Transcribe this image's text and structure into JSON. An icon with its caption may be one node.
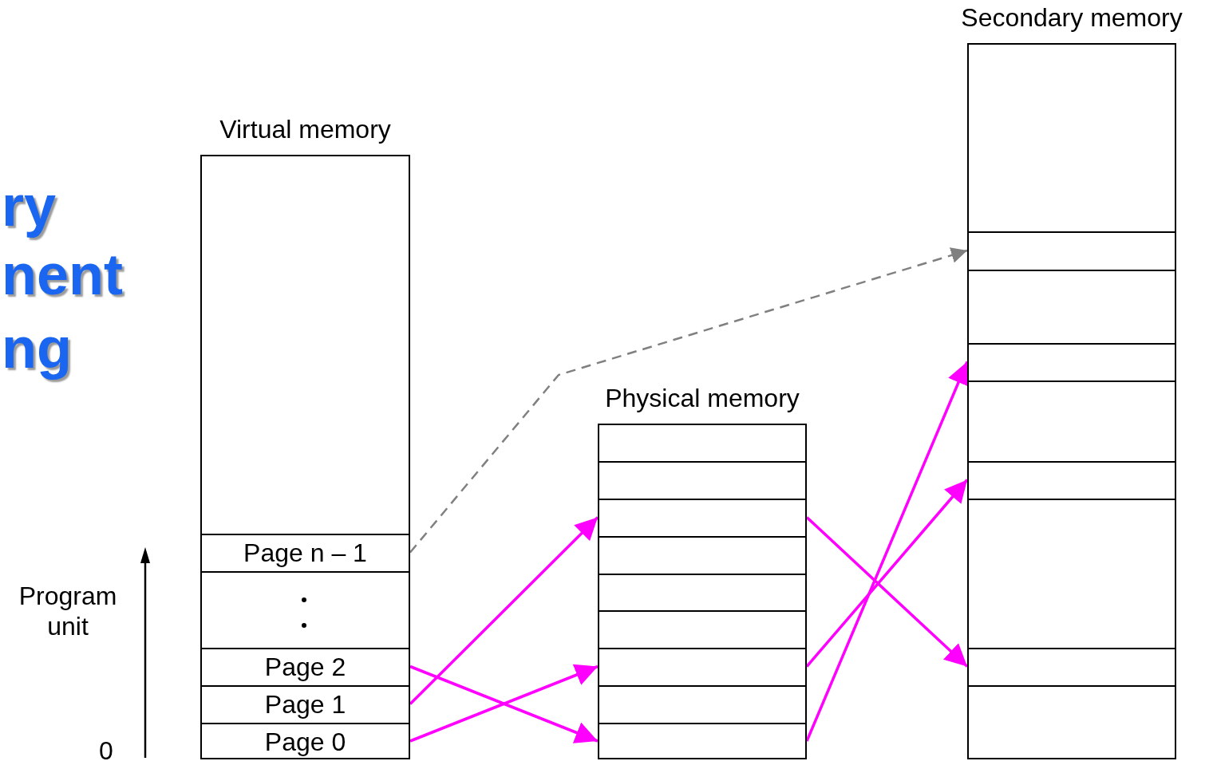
{
  "diagram": {
    "nodes": [
      {
        "text": [
          "Virtual memory"
        ]
      },
      {
        "text": [
          "Page n – 1"
        ],
        "in": 0
      },
      {
        "text": [],
        "shape": "box",
        "in": 0
      },
      {
        "text": [
          "Page 2"
        ],
        "in": 0
      },
      {
        "text": [
          "Page 1"
        ],
        "in": 0
      },
      {
        "text": [
          "Page 0"
        ],
        "in": 0
      },
      {
        "text": [
          "Physical memory"
        ]
      },
      {
        "text": [],
        "shape": "box",
        "in": 6
      },
      {
        "text": [],
        "shape": "box",
        "in": 6
      },
      {
        "text": [],
        "shape": "box",
        "in": 6
      },
      {
        "text": [],
        "shape": "box",
        "in": 6
      },
      {
        "text": [],
        "shape": "box",
        "in": 6
      },
      {
        "text": [],
        "shape": "box",
        "in": 6
      },
      {
        "text": [],
        "shape": "box",
        "in": 6
      },
      {
        "text": [],
        "shape": "box",
        "in": 6
      },
      {
        "text": [],
        "shape": "box",
        "in": 6
      },
      {
        "text": [
          "Secondary memory"
        ]
      },
      {
        "text": [],
        "shape": "box",
        "in": 16
      },
      {
        "text": [],
        "shape": "box",
        "in": 16
      },
      {
        "text": [],
        "shape": "box",
        "in": 16
      },
      {
        "text": [],
        "shape": "box",
        "in": 16
      },
      {
        "text": [],
        "shape": "box",
        "in": 16
      },
      {
        "text": [],
        "shape": "box",
        "in": 16
      },
      {
        "text": [],
        "shape": "box",
        "in": 16
      },
      {
        "text": [],
        "shape": "box",
        "in": 16
      },
      {
        "text": [],
        "shape": "box",
        "in": 16
      }
    ],
    "edges": [
      {
        "from": 1,
        "to": 18,
        "arrow": "to",
        "style": "dashed",
        "color": "#808080"
      },
      {
        "from": 3,
        "to": 15,
        "arrow": "to"
      },
      {
        "from": 4,
        "to": 9,
        "arrow": "to"
      },
      {
        "from": 5,
        "to": 13,
        "arrow": "to"
      },
      {
        "from": 9,
        "to": 24,
        "arrow": "to"
      },
      {
        "from": 13,
        "to": 22,
        "arrow": "to"
      },
      {
        "from": 15,
        "to": 20,
        "arrow": "to"
      }
    ],
    "labels": [
      "ry",
      "nent",
      "ng",
      "Program unit",
      "0"
    ]
  }
}
